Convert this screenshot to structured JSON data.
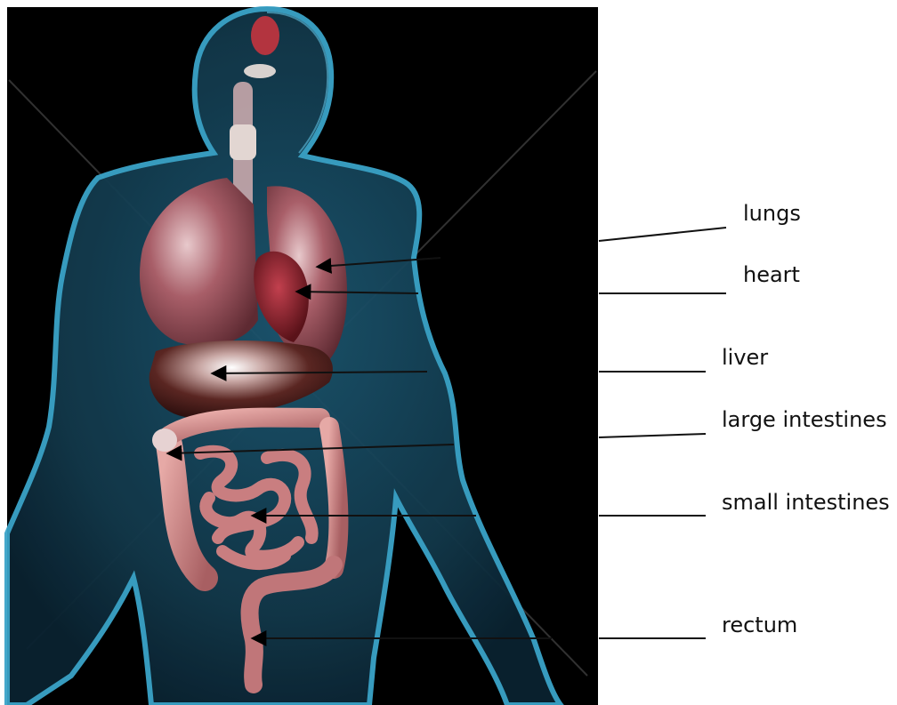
{
  "labels": {
    "lungs": "lungs",
    "heart": "heart",
    "liver": "liver",
    "large_intestines": "large intestines",
    "small_intestines": "small intestines",
    "rectum": "rectum"
  },
  "colors": {
    "background": "#000000",
    "body_glow": "#2f8fb3",
    "body_fill": "#123e52",
    "lung": "#a5636b",
    "heart": "#7a1f28",
    "liver": "#4a1e1c",
    "intestine": "#c57f7f",
    "leader_line": "#111111"
  }
}
